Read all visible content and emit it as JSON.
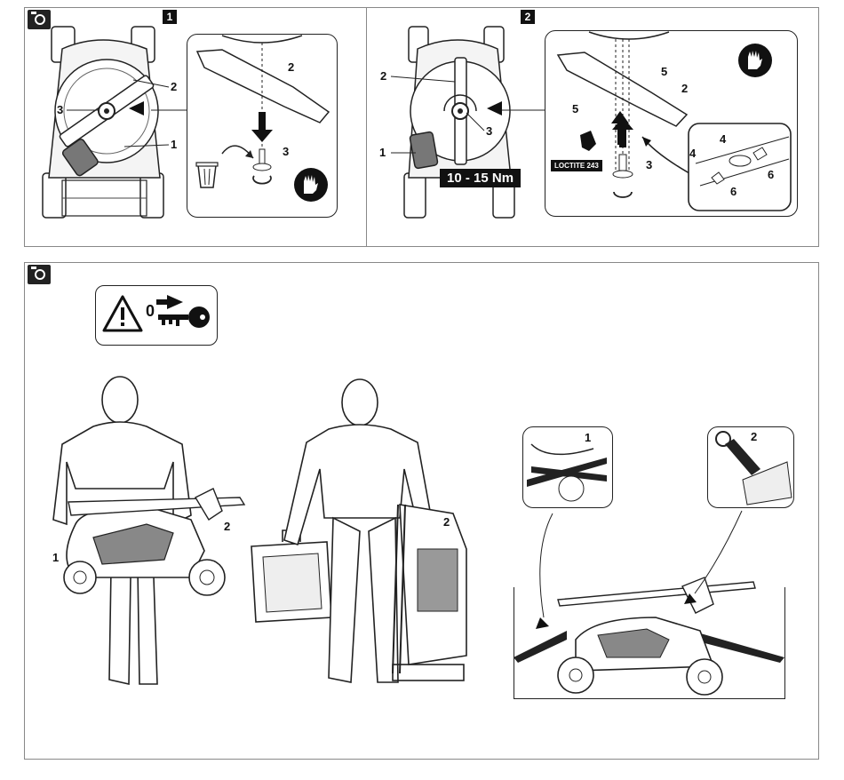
{
  "top_panel": {
    "step1": {
      "number": "1",
      "callouts": {
        "blade_main": "2",
        "bolt_main": "3",
        "grip": "1",
        "blade_inset": "2",
        "bolt_inset": "3"
      }
    },
    "step2": {
      "number": "2",
      "callouts": {
        "blade_main": "2",
        "bolt_main": "3",
        "grip": "1",
        "blade_inset": "2",
        "bolt_inset": "3",
        "hole_a": "5",
        "hole_b": "5",
        "tab_a": "4",
        "tab_b": "4",
        "slot_a": "6",
        "slot_b": "6"
      },
      "torque_label": "10 - 15 Nm",
      "adhesive_label": "LOCTITE 243"
    }
  },
  "bottom_panel": {
    "warning_zero": "0",
    "callouts": {
      "carry_side_1": "1",
      "carry_side_2": "2",
      "carry_upright_2": "2",
      "detail_left_1": "1",
      "detail_right_2": "2"
    }
  },
  "icons": [
    "camera-icon",
    "warning-triangle-icon",
    "remove-key-icon",
    "gloves-icon",
    "rotate-icon",
    "waste-bin-icon"
  ]
}
